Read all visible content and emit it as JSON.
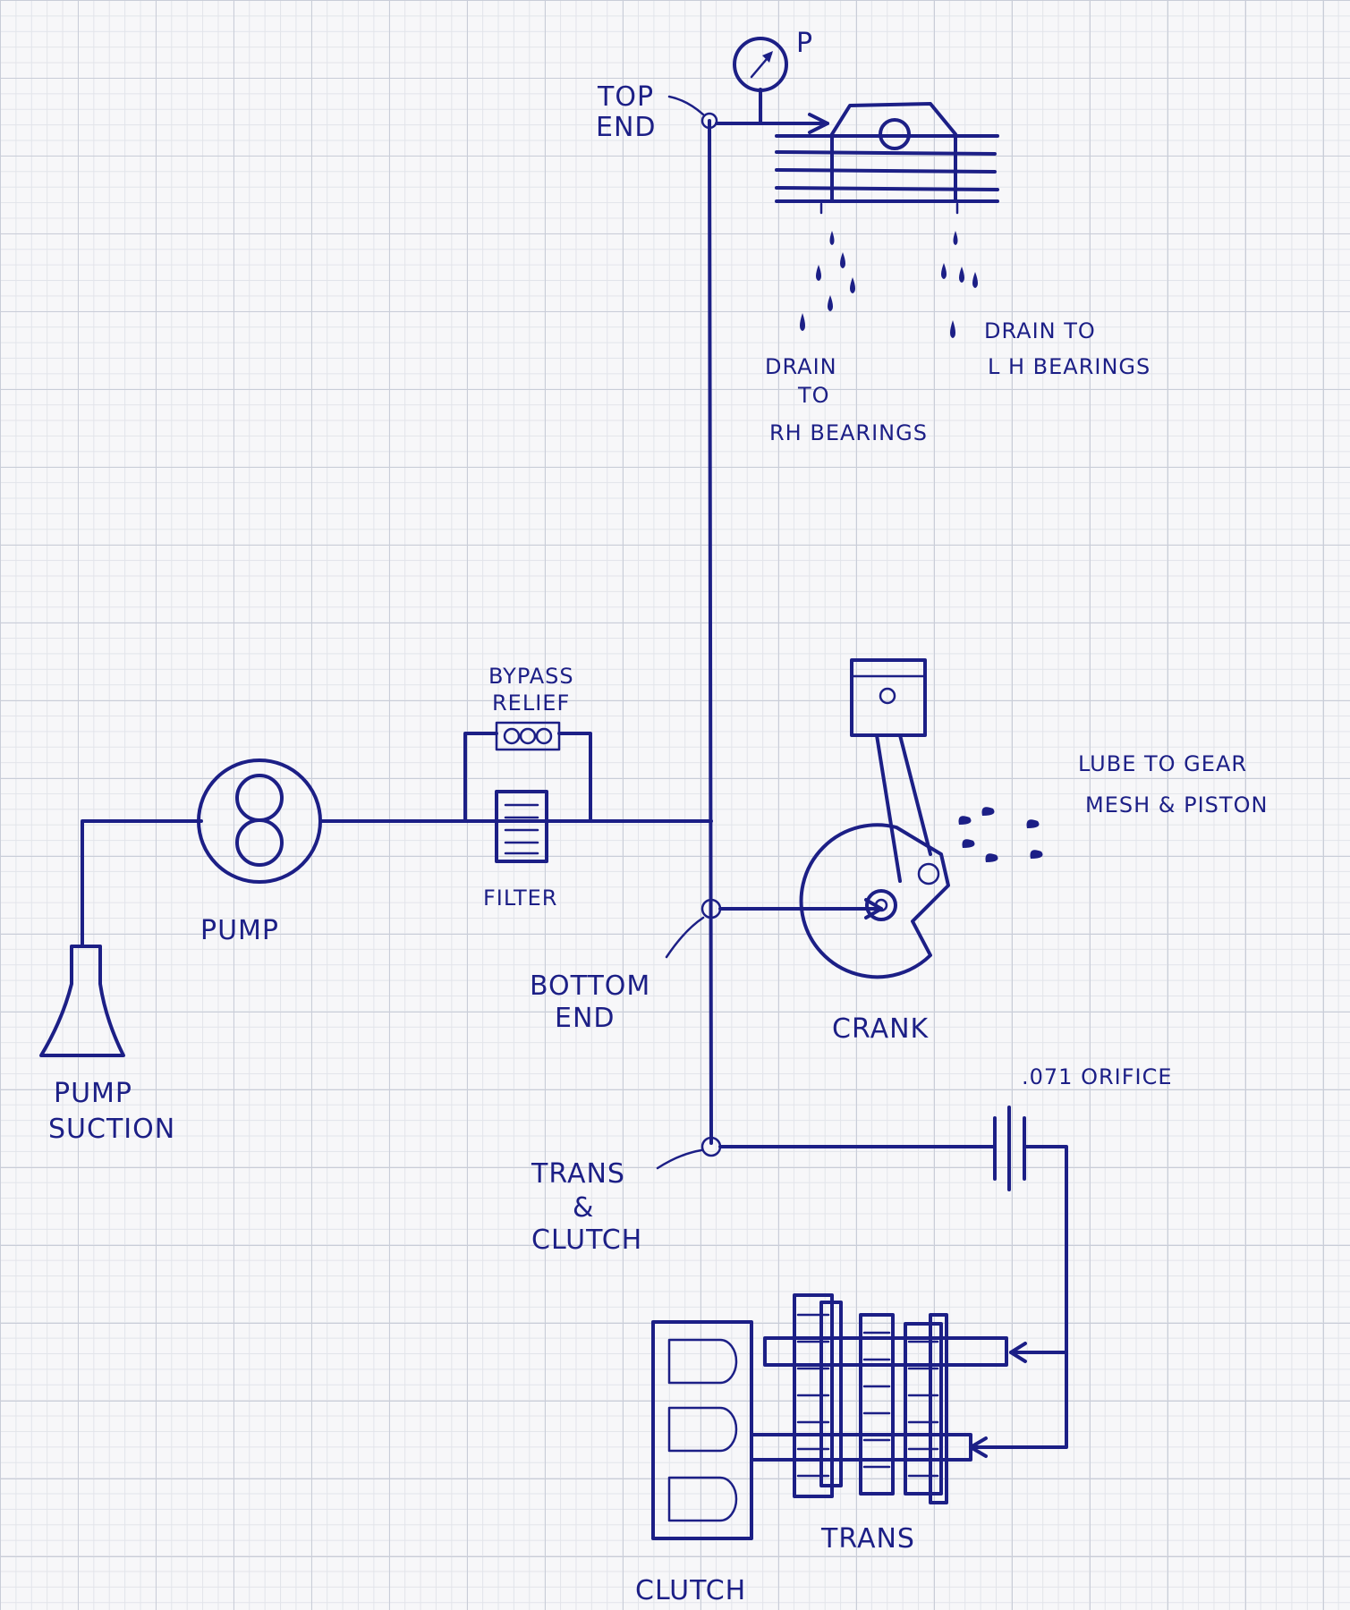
{
  "labels": {
    "gauge": "P",
    "top_end": [
      "TOP",
      "END"
    ],
    "drain_rh": [
      "DRAIN",
      "TO",
      "RH BEARINGS"
    ],
    "drain_lh": [
      "DRAIN TO",
      "L H  BEARINGS"
    ],
    "bypass_relief": [
      "BYPASS",
      "RELIEF"
    ],
    "filter": "FILTER",
    "pump": "PUMP",
    "pump_suction": [
      "PUMP",
      "SUCTION"
    ],
    "bottom_end": [
      "BOTTOM",
      "END"
    ],
    "crank": "CRANK",
    "lube": [
      "LUBE  TO  GEAR",
      "MESH  &  PISTON"
    ],
    "orifice": ".071   ORIFICE",
    "trans_clutch": [
      "TRANS",
      "&",
      "CLUTCH"
    ],
    "trans": "TRANS",
    "clutch": "CLUTCH"
  },
  "colors": {
    "ink": "#1c1f86",
    "paper": "#f7f7f9",
    "grid": "#c9cdd8"
  }
}
